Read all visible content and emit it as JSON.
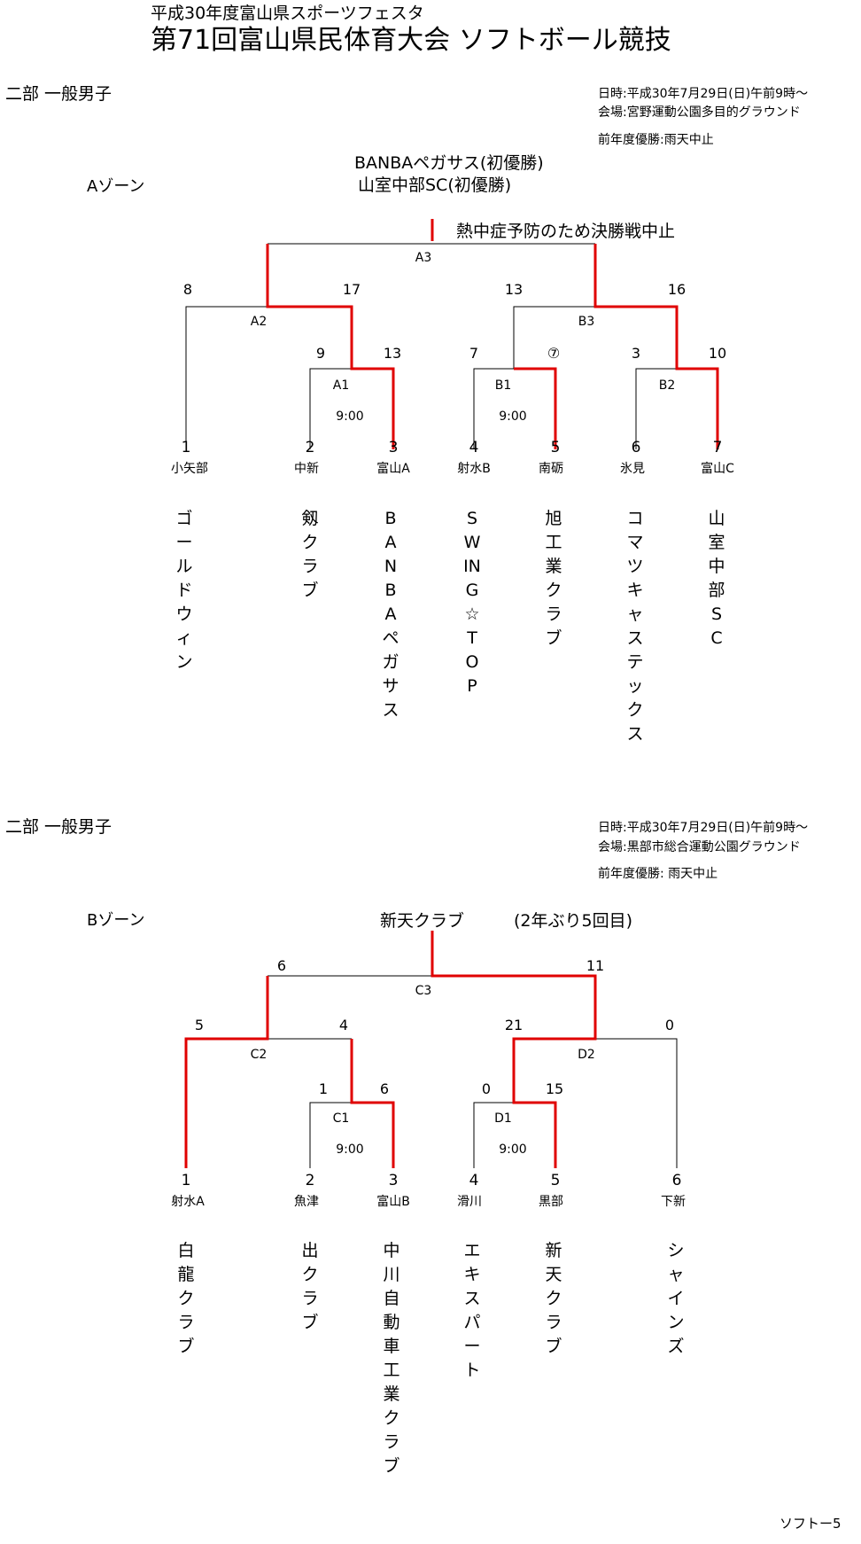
{
  "header": {
    "subtitle": "平成30年度富山県スポーツフェスタ",
    "title": "第71回富山県民体育大会 ソフトボール競技"
  },
  "zone_a": {
    "division": "二部 一般男子",
    "date": "日時:平成30年7月29日(日)午前9時〜",
    "venue": "会場:宮野運動公園多目的グラウンド",
    "prev_winner": "前年度優勝:雨天中止",
    "zone": "Aゾーン",
    "champion1": "BANBAペガサス(初優勝)",
    "champion2": "山室中部SC(初優勝)",
    "note": "熱中症予防のため決勝戦中止",
    "matches": {
      "A1": {
        "label": "A1",
        "time": "9:00",
        "score_left": "9",
        "score_right": "13"
      },
      "B1": {
        "label": "B1",
        "time": "9:00",
        "score_left": "7",
        "score_right": "⑦"
      },
      "B2": {
        "label": "B2",
        "score_left": "3",
        "score_right": "10"
      },
      "A2": {
        "label": "A2",
        "score_left": "8",
        "score_right": "17"
      },
      "B3": {
        "label": "B3",
        "score_left": "13",
        "score_right": "16"
      },
      "A3": {
        "label": "A3"
      }
    },
    "teams": [
      {
        "num": "1",
        "area": "小矢部",
        "name": "ゴールドウィン"
      },
      {
        "num": "2",
        "area": "中新",
        "name": "剱クラブ"
      },
      {
        "num": "3",
        "area": "富山A",
        "name": "BANBAペガサス"
      },
      {
        "num": "4",
        "area": "射水B",
        "name": "SWING☆TOP"
      },
      {
        "num": "5",
        "area": "南砺",
        "name": "旭工業クラブ"
      },
      {
        "num": "6",
        "area": "氷見",
        "name": "コマツキャステックス"
      },
      {
        "num": "7",
        "area": "富山C",
        "name": "山室中部SC"
      }
    ]
  },
  "zone_b": {
    "division": "二部 一般男子",
    "date": "日時:平成30年7月29日(日)午前9時〜",
    "venue": "会場:黒部市総合運動公園グラウンド",
    "prev_winner": "前年度優勝: 雨天中止",
    "zone": "Bゾーン",
    "champion": "新天クラブ",
    "champion_note": "(2年ぶり5回目)",
    "matches": {
      "C1": {
        "label": "C1",
        "time": "9:00",
        "score_left": "1",
        "score_right": "6"
      },
      "D1": {
        "label": "D1",
        "time": "9:00",
        "score_left": "0",
        "score_right": "15"
      },
      "C2": {
        "label": "C2",
        "score_left": "5",
        "score_right": "4"
      },
      "D2": {
        "label": "D2",
        "score_left": "21",
        "score_right": "0"
      },
      "C3": {
        "label": "C3",
        "score_left": "6",
        "score_right": "11"
      }
    },
    "teams": [
      {
        "num": "1",
        "area": "射水A",
        "name": "白龍クラブ"
      },
      {
        "num": "2",
        "area": "魚津",
        "name": "出クラブ"
      },
      {
        "num": "3",
        "area": "富山B",
        "name": "中川自動車工業クラブ"
      },
      {
        "num": "4",
        "area": "滑川",
        "name": "エキスパート"
      },
      {
        "num": "5",
        "area": "黒部",
        "name": "新天クラブ"
      },
      {
        "num": "6",
        "area": "下新",
        "name": "シャインズ"
      }
    ]
  },
  "footer": {
    "page": "ソフトー5"
  },
  "colors": {
    "winner_line": "#e00000",
    "line": "#000000"
  }
}
